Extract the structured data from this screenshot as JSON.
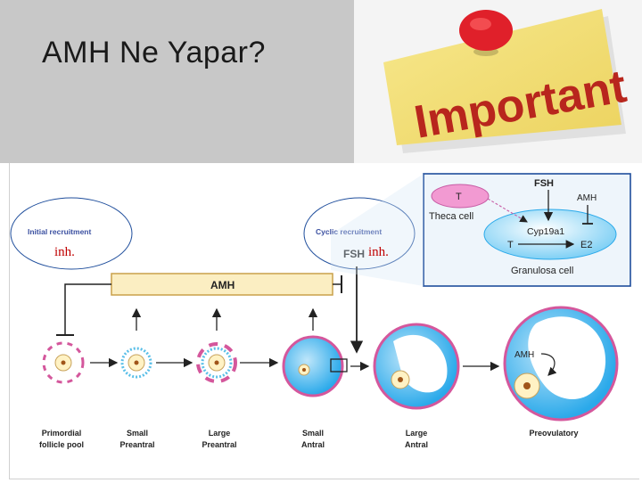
{
  "slide": {
    "title": "AMH Ne Yapar?",
    "note_text": "Important"
  },
  "diagram": {
    "initial_recruitment": "Initial recruitment",
    "cyclic_recruitment": "Cyclic recruitment",
    "inh_left": "inh.",
    "inh_right": "inh.",
    "amh_bar": "AMH",
    "fsh_main": "FSH",
    "stages": [
      {
        "line1": "Primordial",
        "line2": "follicle pool"
      },
      {
        "line1": "Small",
        "line2": "Preantral"
      },
      {
        "line1": "Large",
        "line2": "Preantral"
      },
      {
        "line1": "Small",
        "line2": "Antral"
      },
      {
        "line1": "Large",
        "line2": "Antral"
      },
      {
        "line1": "Preovulatory",
        "line2": ""
      }
    ],
    "preovulatory_amh": "AMH",
    "inset": {
      "fsh": "FSH",
      "amh": "AMH",
      "t_theca": "T",
      "theca_cell": "Theca cell",
      "cyp": "Cyp19a1",
      "t_gran": "T",
      "e2": "E2",
      "granulosa_cell": "Granulosa cell"
    }
  },
  "colors": {
    "title_band": "#c8c8c8",
    "amh_bar_fill": "#fbeec2",
    "amh_bar_border": "#c9a04a",
    "inset_border": "#1f4e9c",
    "inset_fill": "#eef5fb",
    "inh_text": "#c00000",
    "note_fill": "#f2df77",
    "pin_red": "#e0202a",
    "follicle_blue": "#2aa9ea"
  }
}
